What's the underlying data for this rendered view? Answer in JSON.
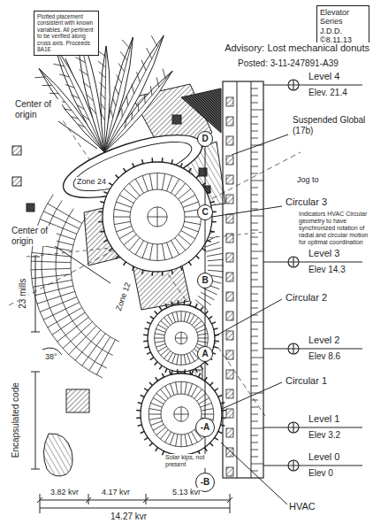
{
  "diagram": {
    "nodes": [
      {
        "text": [
          "Elevator Series J.D.D. ©8.11.13"
        ]
      },
      {
        "text": [
          "Plotted placement consistent with known variables. All pertinent to be verified along cross axis. Proceeds 8A1E"
        ]
      },
      {
        "text": [
          "D"
        ]
      },
      {
        "text": [
          "C"
        ]
      },
      {
        "text": [
          "B"
        ]
      },
      {
        "text": [
          "A"
        ]
      },
      {
        "text": [
          "-A"
        ]
      },
      {
        "text": [
          "-B"
        ]
      }
    ],
    "edges": [
      {
        "from": 2,
        "to": 3,
        "arrow": "none"
      },
      {
        "from": 3,
        "to": 4,
        "arrow": "none"
      },
      {
        "from": 4,
        "to": 5,
        "arrow": "none"
      },
      {
        "from": 5,
        "to": 6,
        "arrow": "none"
      },
      {
        "from": 6,
        "to": 7,
        "arrow": "none"
      }
    ],
    "labels": [
      "Advisory: Lost mechanical donuts",
      "Posted: 3-11-247891-A39",
      "Center of origin",
      "Center of origin",
      "Zone 24",
      "Zone 12",
      "Suspended Global (17b)",
      "Jog to",
      "Circular 3",
      "Indicators HVAC Circular geometry to have synchronized rotation of radial and circular motion for optimal coordination",
      "Level 4",
      "Elev. 21.4",
      "Level 3",
      "Elev 14.3",
      "Circular 2",
      "Level 2",
      "Elev 8.6",
      "Circular 1",
      "Level 1",
      "Elev 3.2",
      "Level 0",
      "Elev 0",
      "HVAC",
      "Solar kips, not present",
      "23 mills",
      "38°",
      "Encapsulated code",
      "3.82 kvr",
      "4.17 kvr",
      "5.13 kvr",
      "14.27 kvr"
    ]
  }
}
